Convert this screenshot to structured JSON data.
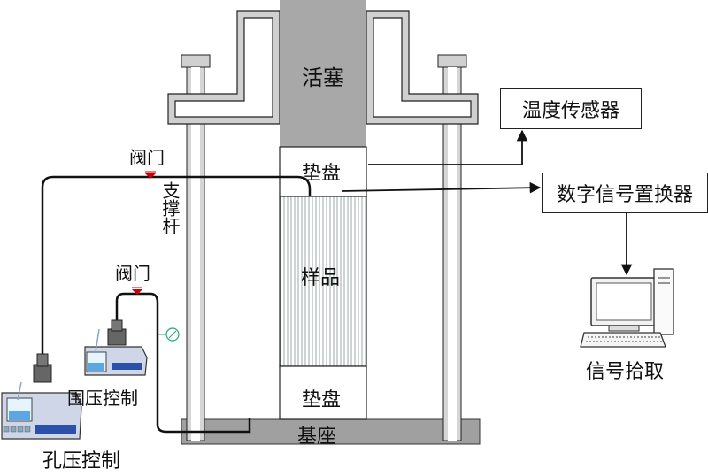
{
  "labels": {
    "piston": "活塞",
    "pad_top": "垫盘",
    "pad_bottom": "垫盘",
    "sample": "样品",
    "base": "基座",
    "valve_top": "阀门",
    "valve_mid": "阀门",
    "support_rod": "支撑杆",
    "temp_sensor": "温度传感器",
    "digital_converter": "数字信号置换器",
    "signal_pickup": "信号拾取",
    "confining_control": "围压控制",
    "pore_control": "孔压控制"
  },
  "colors": {
    "piston": "#a8a8a8",
    "base": "#a0a0a0",
    "rod_fill": "#d0d0d0",
    "line": "#111111",
    "valve_mark": "#cc0000"
  },
  "icons": [
    "valve-icon",
    "computer-icon",
    "pump-icon",
    "pressure-gauge-icon",
    "arrow-icon"
  ]
}
